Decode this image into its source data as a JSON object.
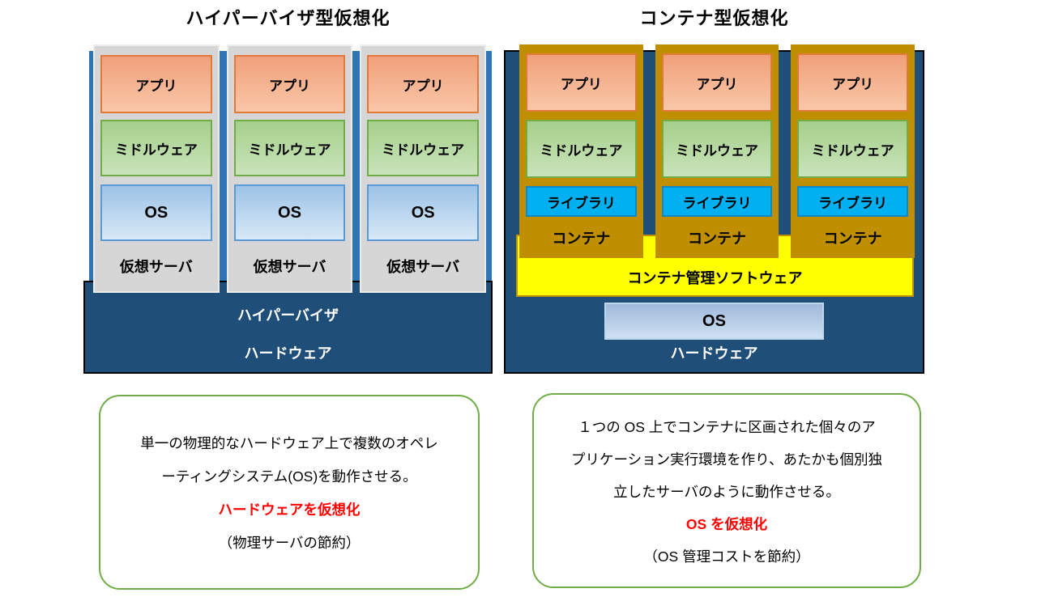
{
  "left_panel": {
    "title": "ハイパーバイザ型仮想化",
    "columns": [
      {
        "app": "アプリ",
        "middleware": "ミドルウェア",
        "os": "OS",
        "caption": "仮想サーバ"
      },
      {
        "app": "アプリ",
        "middleware": "ミドルウェア",
        "os": "OS",
        "caption": "仮想サーバ"
      },
      {
        "app": "アプリ",
        "middleware": "ミドルウェア",
        "os": "OS",
        "caption": "仮想サーバ"
      }
    ],
    "hypervisor_label": "ハイパーバイザ",
    "hardware_label": "ハードウェア",
    "note": {
      "line1": "単一の物理的なハードウェア上で複数のオペレ",
      "line2": "ーティングシステム(OS)を動作させる。",
      "highlight": "ハードウェアを仮想化",
      "line3": "（物理サーバの節約）"
    }
  },
  "right_panel": {
    "title": "コンテナ型仮想化",
    "columns": [
      {
        "app": "アプリ",
        "middleware": "ミドルウェア",
        "library": "ライブラリ",
        "caption": "コンテナ"
      },
      {
        "app": "アプリ",
        "middleware": "ミドルウェア",
        "library": "ライブラリ",
        "caption": "コンテナ"
      },
      {
        "app": "アプリ",
        "middleware": "ミドルウェア",
        "library": "ライブラリ",
        "caption": "コンテナ"
      }
    ],
    "container_mgmt_label": "コンテナ管理ソフトウェア",
    "os_label": "OS",
    "hardware_label": "ハードウェア",
    "note": {
      "line1": "１つの OS 上でコンテナに区画された個々のア",
      "line2": "プリケーション実行環境を作り、あたかも個別独",
      "line3": "立したサーバのように動作させる。",
      "highlight": "OS を仮想化",
      "line4": "（OS 管理コストを節約）"
    }
  },
  "colors": {
    "medium_blue": "#2E75B6",
    "navy": "#1F4E79",
    "black_border": "#000000",
    "gray_column": "#D6D6D6",
    "orange_fill": "#F4A97E",
    "orange_border": "#E0793A",
    "green_fill": "#ADD493",
    "green_border": "#70AD47",
    "os_blue_fill": "#9CC3E6",
    "os_blue_border": "#5B9BD5",
    "gold_column": "#BF8F00",
    "cyan_library": "#00B0F0",
    "yellow_bar": "#FFFF00",
    "yellow_border": "#BF9000",
    "note_green_border": "#70AD47",
    "highlight_red": "#FF0000"
  }
}
